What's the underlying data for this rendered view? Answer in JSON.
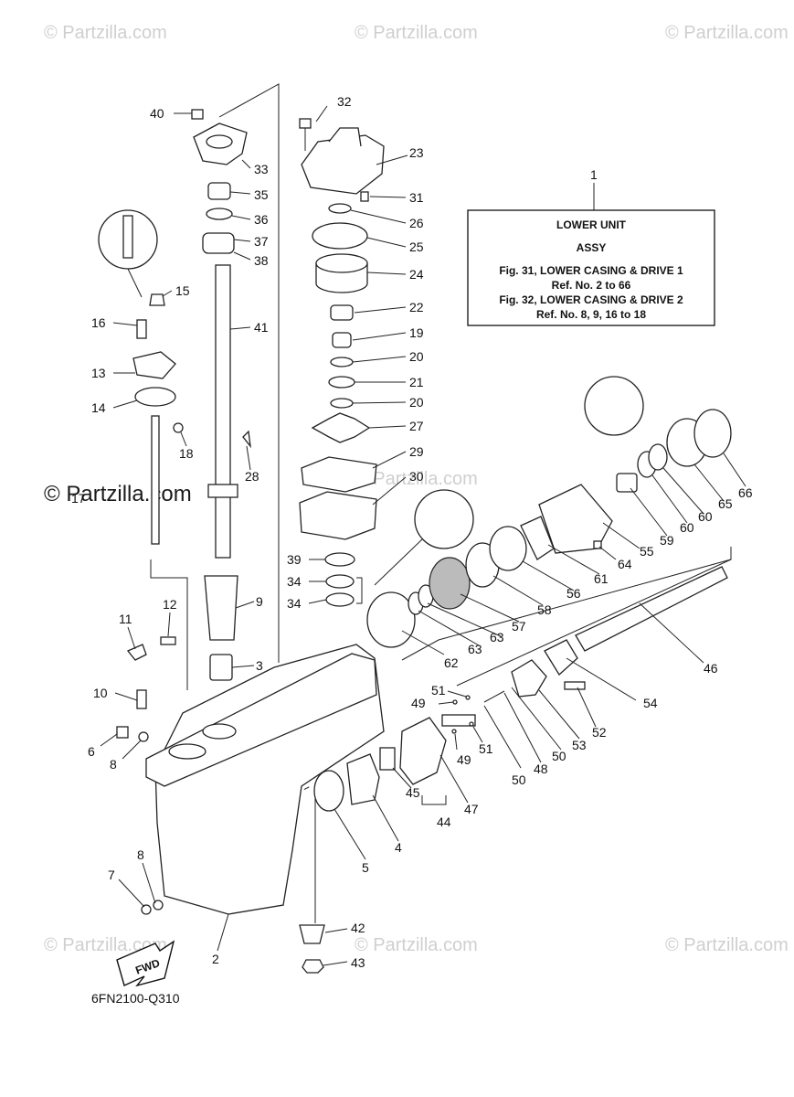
{
  "watermark": "© Partzilla.com",
  "info_box": {
    "ref": "1",
    "line1": "LOWER  UNIT",
    "line2": "ASSY",
    "line3": "Fig. 31, LOWER CASING & DRIVE 1",
    "line4": "Ref. No. 2 to 66",
    "line5": "Fig. 32, LOWER CASING & DRIVE 2",
    "line6": "Ref. No. 8, 9, 16 to 18"
  },
  "diagram_code": "6FN2100-Q310",
  "fwd_label": "FWD",
  "callouts": {
    "c2": "2",
    "c3": "3",
    "c4": "4",
    "c5": "5",
    "c6": "6",
    "c7": "7",
    "c8a": "8",
    "c8b": "8",
    "c9": "9",
    "c10": "10",
    "c11": "11",
    "c12": "12",
    "c13": "13",
    "c14": "14",
    "c15": "15",
    "c16": "16",
    "c17": "17",
    "c18": "18",
    "c19": "19",
    "c20a": "20",
    "c20b": "20",
    "c21": "21",
    "c22": "22",
    "c23": "23",
    "c24": "24",
    "c25": "25",
    "c26": "26",
    "c27": "27",
    "c28": "28",
    "c29": "29",
    "c30": "30",
    "c31": "31",
    "c32": "32",
    "c33": "33",
    "c34a": "34",
    "c34b": "34",
    "c35": "35",
    "c36": "36",
    "c37": "37",
    "c38": "38",
    "c39": "39",
    "c40": "40",
    "c41": "41",
    "c42": "42",
    "c43": "43",
    "c44": "44",
    "c45": "45",
    "c46": "46",
    "c47": "47",
    "c48": "48",
    "c49a": "49",
    "c49b": "49",
    "c50a": "50",
    "c50b": "50",
    "c51a": "51",
    "c51b": "51",
    "c52": "52",
    "c53": "53",
    "c54": "54",
    "c55": "55",
    "c56": "56",
    "c57": "57",
    "c58": "58",
    "c59": "59",
    "c60a": "60",
    "c60b": "60",
    "c61": "61",
    "c62": "62",
    "c63a": "63",
    "c63b": "63",
    "c64": "64",
    "c65": "65",
    "c66": "66"
  }
}
